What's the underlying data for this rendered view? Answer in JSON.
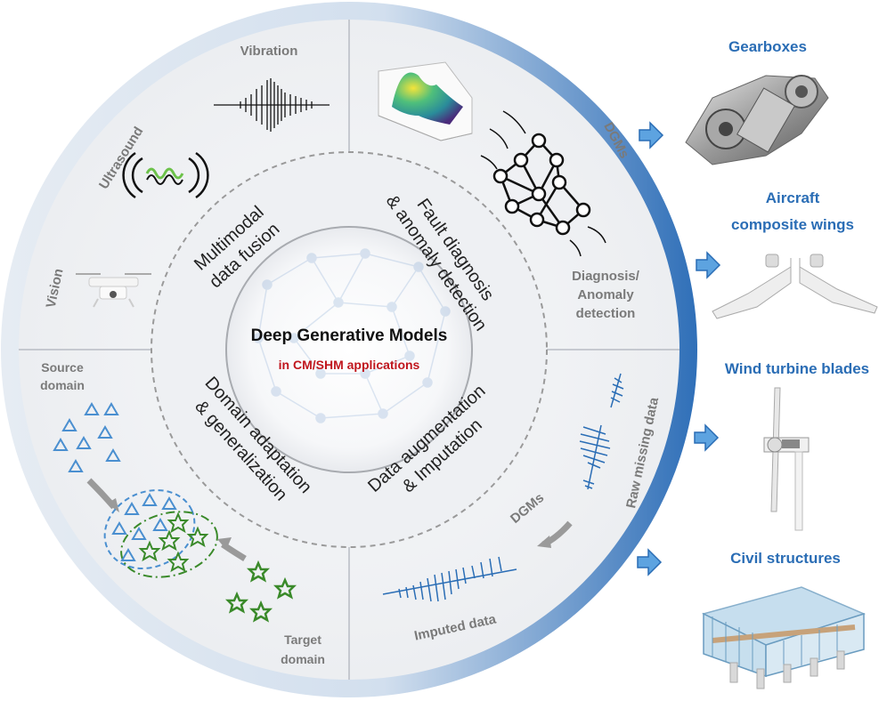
{
  "center": {
    "title": "Deep Generative Models",
    "subtitle": "in CM/SHM applications"
  },
  "ring_themes": {
    "multimodal_line1": "Multimodal",
    "multimodal_line2": "data fusion",
    "fault_line1": "Fault diagnosis",
    "fault_line2": "& anomaly detection",
    "domain_line1": "Domain adaptation",
    "domain_line2": "& generalization",
    "augment_line1": "Data augmentation",
    "augment_line2": "& Imputation"
  },
  "outer_labels": {
    "vibration": "Vibration",
    "ultrasound": "Ultrasound",
    "vision": "Vision",
    "dgms_top": "DGMs",
    "diagnosis_line1": "Diagnosis/",
    "diagnosis_line2": "Anomaly",
    "diagnosis_line3": "detection",
    "source_line1": "Source",
    "source_line2": "domain",
    "target_line1": "Target",
    "target_line2": "domain",
    "raw_missing": "Raw missing data",
    "dgms_bottom": "DGMs",
    "imputed": "Imputed data"
  },
  "applications": [
    {
      "line1": "Gearboxes",
      "line2": ""
    },
    {
      "line1": "Aircraft",
      "line2": "composite wings"
    },
    {
      "line1": "Wind turbine blades",
      "line2": ""
    },
    {
      "line1": "Civil structures",
      "line2": ""
    }
  ],
  "colors": {
    "accent_blue": "#2a6db5",
    "title_red": "#c0161d",
    "label_gray": "#7a7a7a",
    "star_green": "#3a8a2a",
    "triangle_blue": "#4a8fd0"
  }
}
